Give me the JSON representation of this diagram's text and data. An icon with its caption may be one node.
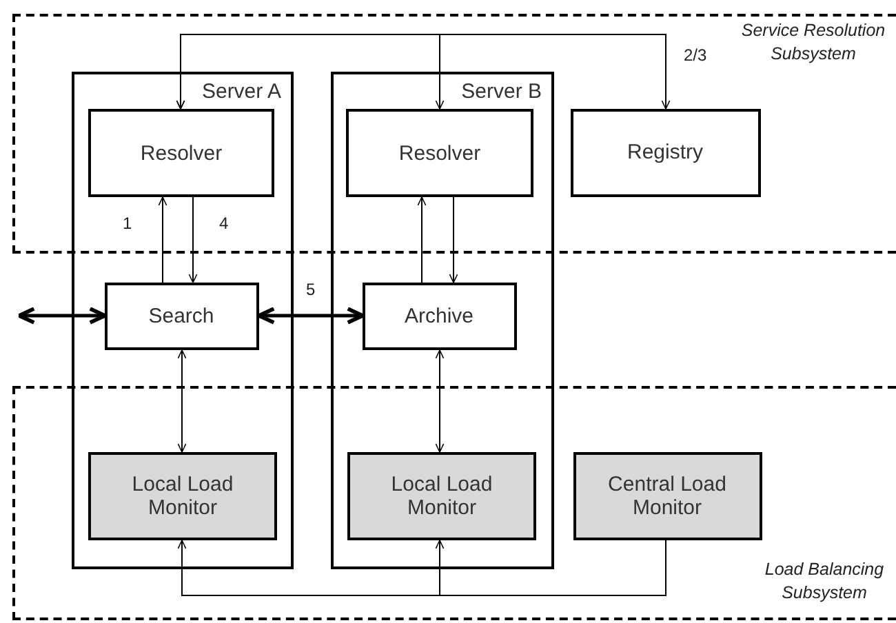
{
  "diagram": {
    "nodes": [
      {
        "text": [
          "Service Resolution Subsystem"
        ]
      },
      {
        "text": [
          "Server A"
        ]
      },
      {
        "text": [
          "Resolver"
        ]
      },
      {
        "text": [
          "Server B"
        ]
      },
      {
        "text": [
          "Resolver"
        ]
      },
      {
        "text": [
          "Registry"
        ],
        "in": 0
      },
      {
        "text": [
          "Search"
        ],
        "in": 1
      },
      {
        "text": [
          "Archive"
        ],
        "in": 3
      },
      {
        "text": [
          "Load Balancing Subsystem"
        ]
      },
      {
        "text": [
          "Local Load Monitor"
        ]
      },
      {
        "text": [
          "Local Load Monitor"
        ]
      },
      {
        "text": [
          "Central Load Monitor"
        ],
        "in": 8
      }
    ],
    "edges": [
      {
        "from": 2,
        "to": 5,
        "arrow": "both",
        "label": "2/3"
      },
      {
        "from": 2,
        "to": 4,
        "arrow": "both"
      },
      {
        "from": 6,
        "to": 2,
        "arrow": "to",
        "label": "1"
      },
      {
        "from": 2,
        "to": 6,
        "arrow": "to",
        "label": "4"
      },
      {
        "from": 7,
        "to": 4,
        "arrow": "to"
      },
      {
        "from": 4,
        "to": 7,
        "arrow": "to"
      },
      {
        "from": 6,
        "to": 7,
        "arrow": "both",
        "style": "thick",
        "label": "5"
      },
      {
        "from": null,
        "to": 6,
        "arrow": "both",
        "style": "thick"
      },
      {
        "from": 6,
        "to": 9,
        "arrow": "both"
      },
      {
        "from": 7,
        "to": 10,
        "arrow": "both"
      },
      {
        "from": 11,
        "to": 9,
        "arrow": "to"
      },
      {
        "from": 11,
        "to": 10,
        "arrow": "to"
      }
    ]
  }
}
